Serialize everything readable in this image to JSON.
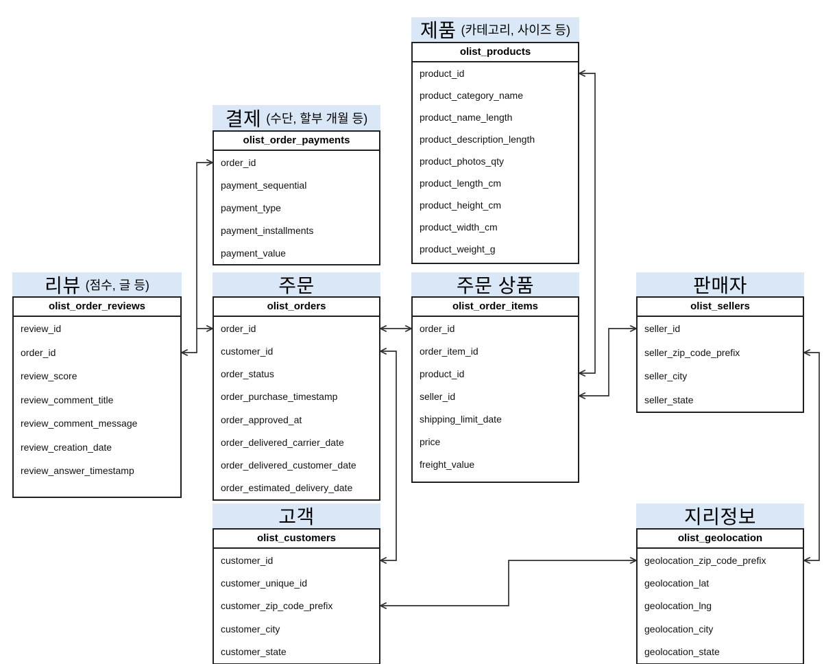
{
  "colors": {
    "title_band": "#d9e7f6",
    "border": "#1f1f1f",
    "connector": "#2f2f2f",
    "background": "#ffffff",
    "text": "#111111"
  },
  "tables": [
    {
      "id": "products",
      "title": "제품",
      "title_note": "(카테고리, 사이즈 등)",
      "name": "olist_products",
      "fields": [
        "product_id",
        "product_category_name",
        "product_name_length",
        "product_description_length",
        "product_photos_qty",
        "product_length_cm",
        "product_height_cm",
        "product_width_cm",
        "product_weight_g"
      ]
    },
    {
      "id": "payments",
      "title": "결제",
      "title_note": "(수단, 할부 개월 등)",
      "name": "olist_order_payments",
      "fields": [
        "order_id",
        "payment_sequential",
        "payment_type",
        "payment_installments",
        "payment_value"
      ]
    },
    {
      "id": "reviews",
      "title": "리뷰",
      "title_note": "(점수, 글 등)",
      "name": "olist_order_reviews",
      "fields": [
        "review_id",
        "order_id",
        "review_score",
        "review_comment_title",
        "review_comment_message",
        "review_creation_date",
        "review_answer_timestamp"
      ]
    },
    {
      "id": "orders",
      "title": "주문",
      "title_note": "",
      "name": "olist_orders",
      "fields": [
        "order_id",
        "customer_id",
        "order_status",
        "order_purchase_timestamp",
        "order_approved_at",
        "order_delivered_carrier_date",
        "order_delivered_customer_date",
        "order_estimated_delivery_date"
      ]
    },
    {
      "id": "items",
      "title": "주문 상품",
      "title_note": "",
      "name": "olist_order_items",
      "fields": [
        "order_id",
        "order_item_id",
        "product_id",
        "seller_id",
        "shipping_limit_date",
        "price",
        "freight_value"
      ]
    },
    {
      "id": "sellers",
      "title": "판매자",
      "title_note": "",
      "name": "olist_sellers",
      "fields": [
        "seller_id",
        "seller_zip_code_prefix",
        "seller_city",
        "seller_state"
      ]
    },
    {
      "id": "customers",
      "title": "고객",
      "title_note": "",
      "name": "olist_customers",
      "fields": [
        "customer_id",
        "customer_unique_id",
        "customer_zip_code_prefix",
        "customer_city",
        "customer_state"
      ]
    },
    {
      "id": "geolocation",
      "title": "지리정보",
      "title_note": "",
      "name": "olist_geolocation",
      "fields": [
        "geolocation_zip_code_prefix",
        "geolocation_lat",
        "geolocation_lng",
        "geolocation_city",
        "geolocation_state"
      ]
    }
  ],
  "relations": [
    {
      "from": "olist_orders.order_id",
      "to": "olist_order_payments.order_id"
    },
    {
      "from": "olist_orders.order_id",
      "to": "olist_order_reviews.order_id"
    },
    {
      "from": "olist_orders.order_id",
      "to": "olist_order_items.order_id"
    },
    {
      "from": "olist_orders.customer_id",
      "to": "olist_customers.customer_id"
    },
    {
      "from": "olist_order_items.product_id",
      "to": "olist_products.product_id"
    },
    {
      "from": "olist_order_items.seller_id",
      "to": "olist_sellers.seller_id"
    },
    {
      "from": "olist_sellers.seller_zip_code_prefix",
      "to": "olist_geolocation.geolocation_zip_code_prefix"
    },
    {
      "from": "olist_customers.customer_zip_code_prefix",
      "to": "olist_geolocation.geolocation_zip_code_prefix"
    }
  ]
}
